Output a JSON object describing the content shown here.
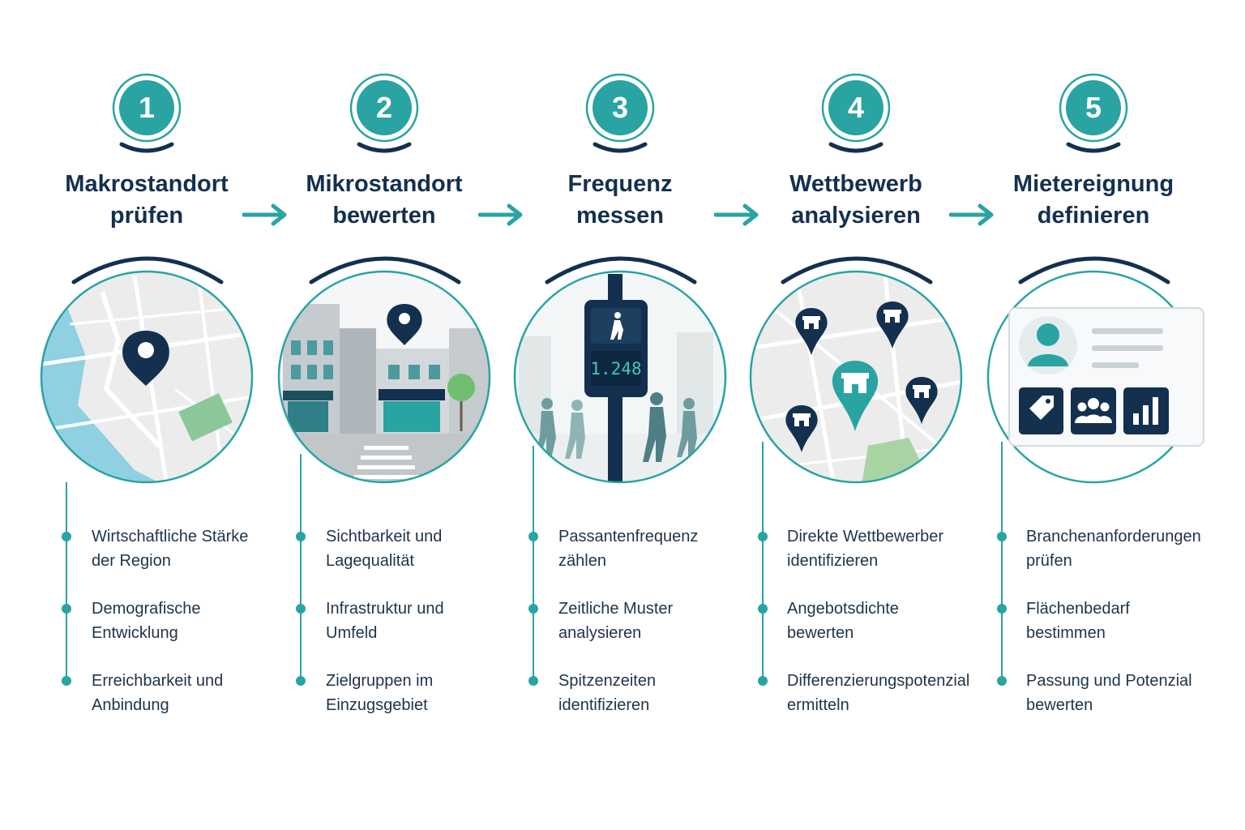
{
  "colors": {
    "navy": "#14304f",
    "teal": "#2aa3a3",
    "text": "#1e3448"
  },
  "steps": [
    {
      "number": "1",
      "title_line1": "Makrostandort",
      "title_line2": "prüfen",
      "illustration": "city-map-with-pin",
      "bullets": [
        {
          "line1": "Wirtschaftliche Stärke",
          "line2": "der Region"
        },
        {
          "line1": "Demografische",
          "line2": "Entwicklung"
        },
        {
          "line1": "Erreichbarkeit und",
          "line2": "Anbindung"
        }
      ]
    },
    {
      "number": "2",
      "title_line1": "Mikrostandort",
      "title_line2": "bewerten",
      "illustration": "street-with-shops-and-pin",
      "bullets": [
        {
          "line1": "Sichtbarkeit und",
          "line2": "Lagequalität"
        },
        {
          "line1": "Infrastruktur und",
          "line2": "Umfeld"
        },
        {
          "line1": "Zielgruppen im",
          "line2": "Einzugsgebiet"
        }
      ]
    },
    {
      "number": "3",
      "title_line1": "Frequenz",
      "title_line2": "messen",
      "illustration": "pedestrian-counter",
      "counter_value": "1.248",
      "bullets": [
        {
          "line1": "Passantenfrequenz",
          "line2": "zählen"
        },
        {
          "line1": "Zeitliche Muster",
          "line2": "analysieren"
        },
        {
          "line1": "Spitzenzeiten",
          "line2": "identifizieren"
        }
      ]
    },
    {
      "number": "4",
      "title_line1": "Wettbewerb",
      "title_line2": "analysieren",
      "illustration": "map-with-competitor-pins",
      "bullets": [
        {
          "line1": "Direkte Wettbewerber",
          "line2": "identifizieren"
        },
        {
          "line1": "Angebotsdichte",
          "line2": "bewerten"
        },
        {
          "line1": "Differenzierungspotenzial",
          "line2": "ermitteln"
        }
      ]
    },
    {
      "number": "5",
      "title_line1": "Mietereignung",
      "title_line2": "definieren",
      "illustration": "tenant-profile-card",
      "bullets": [
        {
          "line1": "Branchenanforderungen",
          "line2": "prüfen"
        },
        {
          "line1": "Flächenbedarf",
          "line2": "bestimmen"
        },
        {
          "line1": "Passung und Potenzial",
          "line2": "bewerten"
        }
      ]
    }
  ]
}
